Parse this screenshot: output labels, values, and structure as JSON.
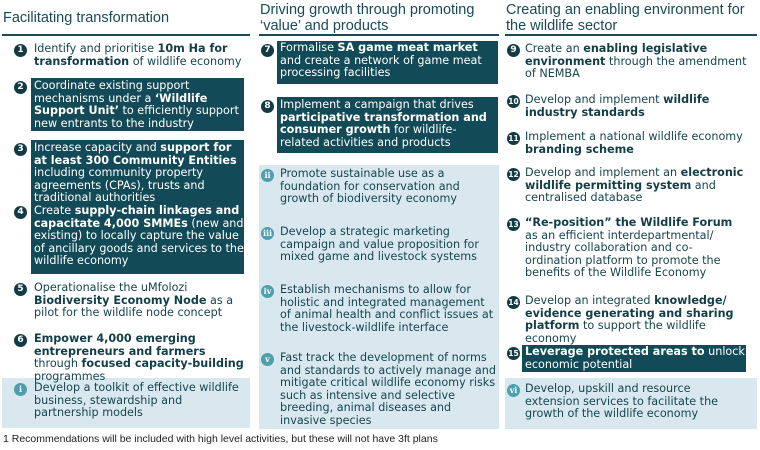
{
  "columns": [
    {
      "title": "Facilitating transformation",
      "items": [
        {
          "n": "1",
          "parts": [
            [
              "Identify and prioritise ",
              false
            ],
            [
              "10m Ha for transformation",
              true
            ],
            [
              " of wildlife economy",
              false
            ]
          ]
        },
        {
          "n": "2",
          "parts": [
            [
              "Coordinate existing support mechanisms under a ",
              false
            ],
            [
              "‘Wildlife Support Unit’",
              true
            ],
            [
              " to efficiently support new entrants to the industry",
              false
            ]
          ]
        },
        {
          "n": "3",
          "parts": [
            [
              "Increase capacity and ",
              false
            ],
            [
              "support for at least 300 Community Entities",
              true
            ],
            [
              " including community property agreements (CPAs), trusts and traditional authorities",
              false
            ]
          ]
        },
        {
          "n": "4",
          "parts": [
            [
              "Create ",
              false
            ],
            [
              "supply-chain linkages and capacitate 4,000 SMMEs",
              true
            ],
            [
              " (new and existing) to locally capture the value of ancillary goods and services to the wildlife economy",
              false
            ]
          ]
        },
        {
          "n": "5",
          "parts": [
            [
              "Operationalise the uMfolozi ",
              false
            ],
            [
              "Biodiversity Economy Node",
              true
            ],
            [
              " as a pilot for the wildlife node concept",
              false
            ]
          ]
        },
        {
          "n": "6",
          "parts": [
            [
              "Empower 4,000 emerging entrepreneurs and farmers",
              true
            ],
            [
              " through ",
              false
            ],
            [
              "focused capacity-building",
              true
            ],
            [
              " programmes",
              false
            ]
          ]
        },
        {
          "n": "i",
          "parts": [
            [
              "Develop a toolkit of effective wildlife business, stewardship and partnership models",
              false
            ]
          ]
        }
      ]
    },
    {
      "title": "Driving growth through promoting ‘value’ and products",
      "items": [
        {
          "n": "7",
          "parts": [
            [
              "Formalise ",
              false
            ],
            [
              "SA game meat market",
              true
            ],
            [
              " and create a network of game meat processing facilities",
              false
            ]
          ]
        },
        {
          "n": "8",
          "parts": [
            [
              "Implement a campaign that drives ",
              false
            ],
            [
              "participative transformation and consumer growth",
              true
            ],
            [
              " for wildlife-related activities and products",
              false
            ]
          ]
        },
        {
          "n": "ii",
          "parts": [
            [
              "Promote sustainable use as a foundation for conservation and growth of biodiversity economy",
              false
            ]
          ]
        },
        {
          "n": "iii",
          "parts": [
            [
              "Develop a strategic marketing campaign and value proposition for mixed game and livestock systems",
              false
            ]
          ]
        },
        {
          "n": "iv",
          "parts": [
            [
              "Establish mechanisms to allow for holistic and integrated management of animal health and conflict issues at the livestock-wildlife interface",
              false
            ]
          ]
        },
        {
          "n": "v",
          "parts": [
            [
              "Fast track the development of norms and standards to actively manage and mitigate critical wildlife economy risks such as intensive and selective breeding, animal diseases and invasive species",
              false
            ]
          ]
        }
      ]
    },
    {
      "title": "Creating an enabling environment for the wildlife sector",
      "items": [
        {
          "n": "9",
          "parts": [
            [
              "Create an ",
              false
            ],
            [
              "enabling legislative environment",
              true
            ],
            [
              " through the amendment of NEMBA",
              false
            ]
          ]
        },
        {
          "n": "10",
          "parts": [
            [
              "Develop and implement ",
              false
            ],
            [
              "wildlife industry standards",
              true
            ]
          ]
        },
        {
          "n": "11",
          "parts": [
            [
              "Implement a national wildlife economy ",
              false
            ],
            [
              "branding scheme",
              true
            ]
          ]
        },
        {
          "n": "12",
          "parts": [
            [
              "Develop and implement an ",
              false
            ],
            [
              "electronic wildlife permitting system",
              true
            ],
            [
              " and centralised database",
              false
            ]
          ]
        },
        {
          "n": "13",
          "parts": [
            [
              "“Re-position” the Wildlife Forum",
              true
            ],
            [
              " as an efficient interdepartmental/ industry collaboration and co-ordination platform to promote the benefits of the Wildlife Economy",
              false
            ]
          ]
        },
        {
          "n": "14",
          "parts": [
            [
              "Develop an integrated ",
              false
            ],
            [
              "knowledge/ evidence generating and sharing platform",
              true
            ],
            [
              " to support the wildlife economy",
              false
            ]
          ]
        },
        {
          "n": "15",
          "parts": [
            [
              "Leverage protected areas to",
              true
            ],
            [
              " unlock economic potential",
              false
            ]
          ]
        },
        {
          "n": "vi",
          "parts": [
            [
              "Develop, upskill and resource extension services to facilitate the growth of the wildlife economy",
              false
            ]
          ]
        }
      ]
    }
  ],
  "footnote": "1 Recommendations will be included with high level activities, but these will not have 3ft plans"
}
